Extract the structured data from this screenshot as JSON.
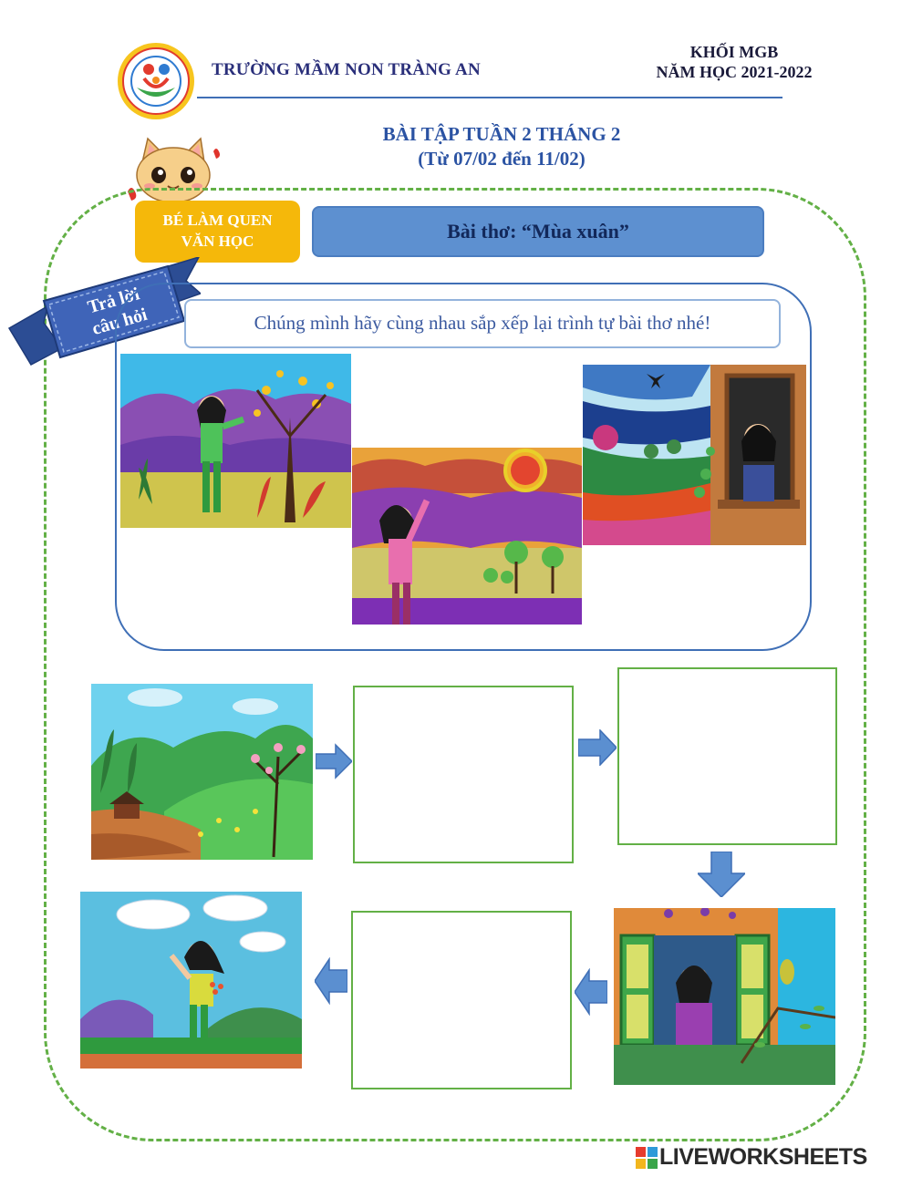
{
  "header": {
    "school_name": "TRƯỜNG MẦM NON TRÀNG AN",
    "grade": "KHỐI MGB",
    "school_year": "NĂM HỌC 2021-2022"
  },
  "title": {
    "line1": "BÀI TẬP TUẦN 2 THÁNG 2",
    "line2": "(Từ 07/02 đến 11/02)"
  },
  "tags": {
    "subject_line1": "BÉ LÀM QUEN",
    "subject_line2": "VĂN HỌC",
    "poem_title": "Bài thơ: “Mùa xuân”",
    "ribbon_line1": "Trả lời",
    "ribbon_line2": "câu hỏi"
  },
  "instruction": "Chúng mình hãy cùng nhau sắp xếp lại trình tự bài thơ nhé!",
  "choices": [
    {
      "picture": "girl-waving-near-apricot-tree"
    },
    {
      "picture": "girl-waving-at-sun"
    },
    {
      "picture": "girl-at-window-with-swallow"
    }
  ],
  "sequence": [
    {
      "step": 1,
      "picture": "spring-hills-landscape"
    },
    {
      "step": 2,
      "picture": "empty-drop-slot"
    },
    {
      "step": 3,
      "picture": "empty-drop-slot"
    },
    {
      "step": 4,
      "picture": "girl-at-green-window-with-bird"
    },
    {
      "step": 5,
      "picture": "empty-drop-slot"
    },
    {
      "step": 6,
      "picture": "girl-with-flowers-under-clouds"
    }
  ],
  "colors": {
    "dashed_frame": "#63b046",
    "subject_tag": "#f5b80a",
    "poem_bar": "#5d90d0",
    "ribbon": "#3f64b8",
    "arrow": "#5b8fd0"
  },
  "footer": {
    "brand": "LIVEWORKSHEETS"
  }
}
